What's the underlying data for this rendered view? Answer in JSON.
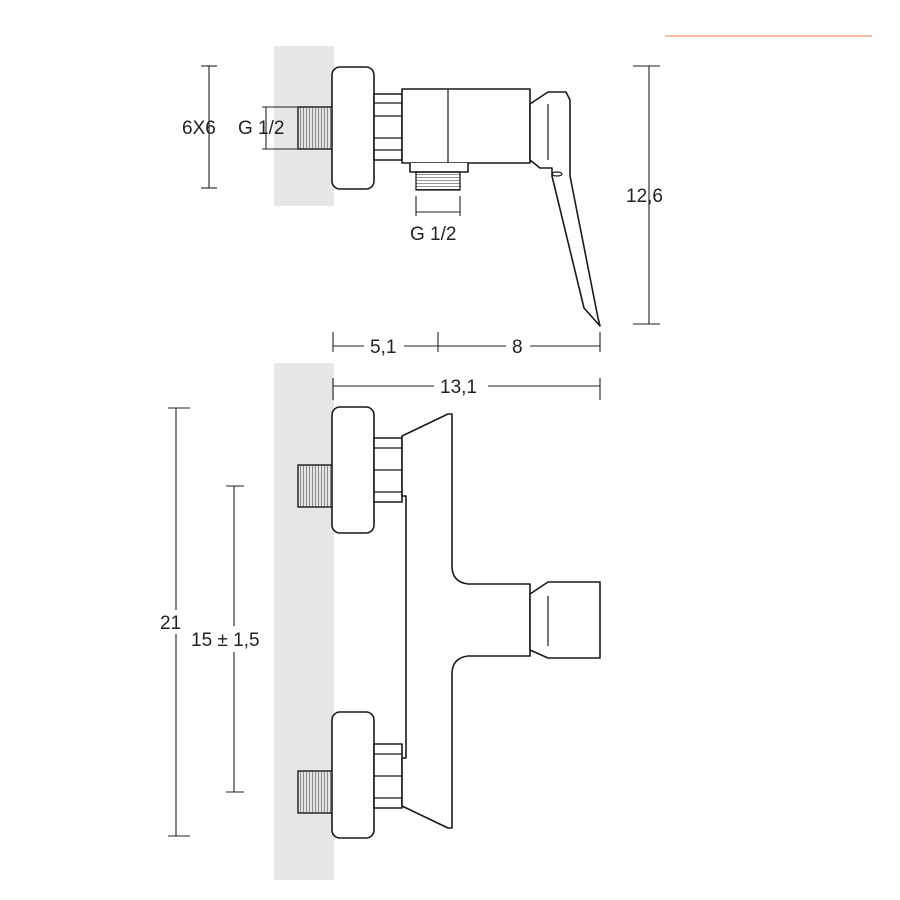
{
  "accent_color": "#f0a77e",
  "wall_color": "#e6e6e6",
  "line_color": "#1a1a1a",
  "top_view": {
    "wall_thread_size": "6X6",
    "inlet_thread": "G 1/2",
    "outlet_thread": "G 1/2",
    "height": "12,6",
    "depth_body": "5,1",
    "depth_lever": "8"
  },
  "front_view": {
    "total_depth": "13,1",
    "total_height": "21",
    "inlet_spacing": "15 ± 1,5"
  }
}
